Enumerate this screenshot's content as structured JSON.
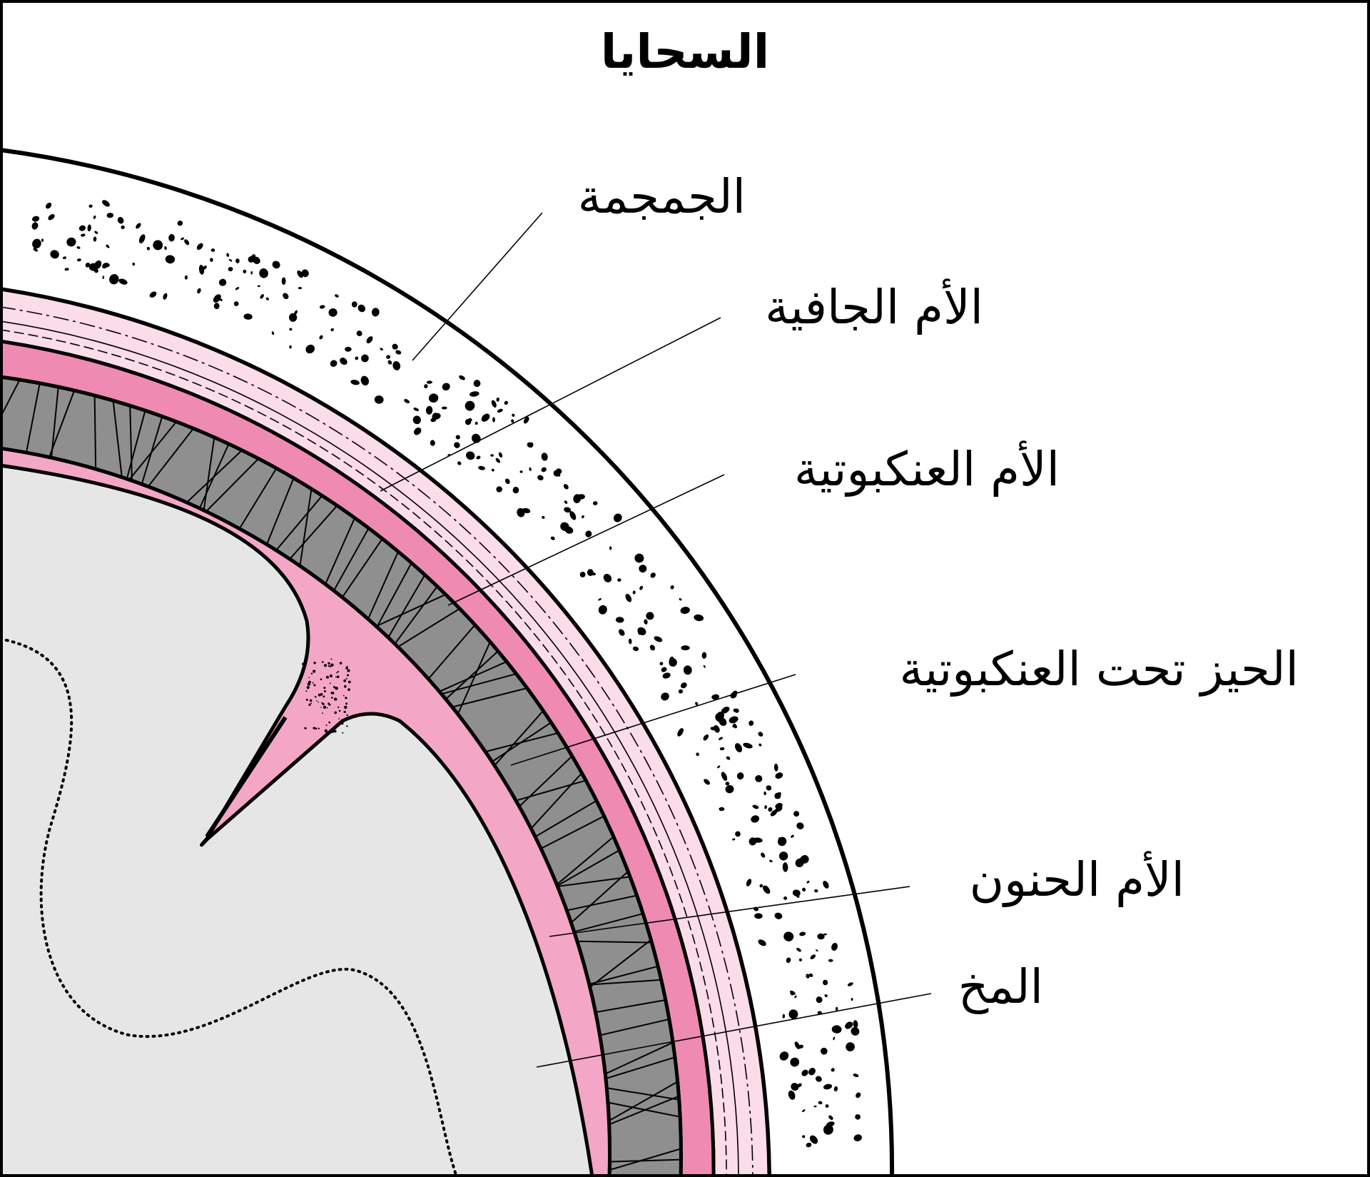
{
  "diagram": {
    "title": "السحايا",
    "labels": {
      "skull": "الجمجمة",
      "dura": "الأم الجافية",
      "arachnoid": "الأم العنكبوتية",
      "subarachnoid": "الحيز تحت العنكبوتية",
      "pia": "الأم الحنون",
      "brain": "المخ"
    }
  },
  "colors": {
    "outline": "#000000",
    "background": "#ffffff",
    "pink_dark": "#ef8ab3",
    "pink_medium": "#f4a6c6",
    "pink_light": "#fbdce9",
    "subarachnoid_gray": "#8f8f8f",
    "brain_gray": "#e6e6e6"
  }
}
